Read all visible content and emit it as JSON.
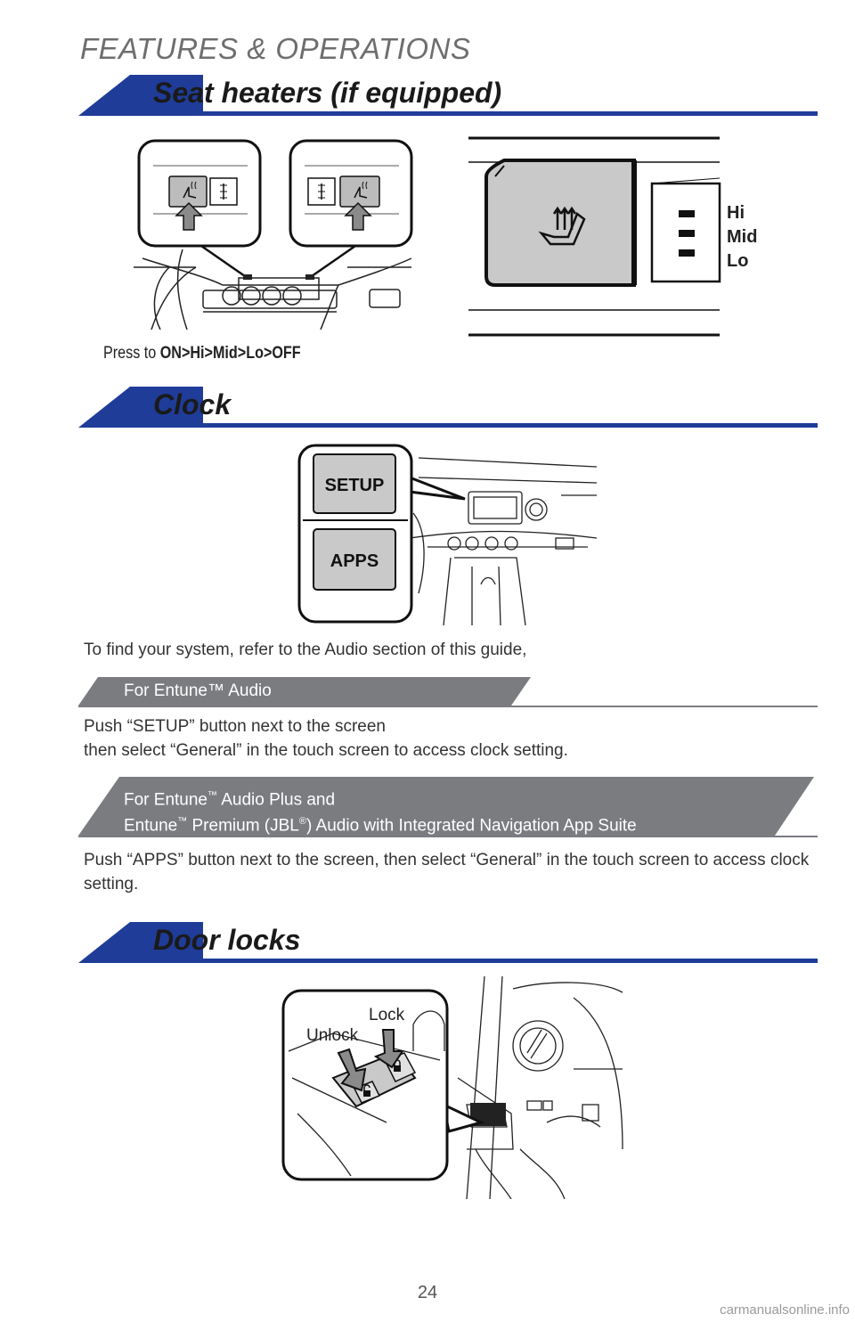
{
  "page": {
    "heading": "FEATURES & OPERATIONS",
    "number": "24"
  },
  "seat_heaters": {
    "title": "Seat heaters (if equipped)",
    "levels": [
      "Hi",
      "Mid",
      "Lo"
    ],
    "caption_prefix": "Press to ",
    "caption_sequence": "ON>Hi>Mid>Lo>OFF"
  },
  "clock": {
    "title": "Clock",
    "setup_label": "SETUP",
    "apps_label": "APPS",
    "intro": "To find your system, refer to the Audio section of this guide,",
    "entune_audio": {
      "heading": "For Entune™ Audio",
      "line1": "Push “SETUP” button next to the screen",
      "line2": "then select “General” in the touch screen to access clock setting."
    },
    "entune_plus": {
      "heading_a1": "For Entune",
      "tm": "™",
      "heading_a2": " Audio Plus and",
      "heading_b1": "Entune",
      "heading_b2": " Premium (JBL",
      "reg": "®",
      "heading_b3": ") Audio with Integrated Navigation App Suite",
      "body": "Push “APPS” button next to the screen, then select “General” in the touch screen to access clock setting."
    }
  },
  "door_locks": {
    "title": "Door locks",
    "lock_label": "Lock",
    "unlock_label": "Unlock"
  },
  "watermark": "carmanualsonline.info",
  "colors": {
    "accent": "#1f3c99",
    "band": "#7a7c80"
  }
}
